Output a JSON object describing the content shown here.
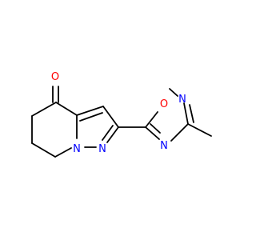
{
  "molecule": {
    "atoms": {
      "carbonyl_oxygen": {
        "symbol": "O",
        "color": "#ff0000"
      },
      "bridgehead_nitrogen": {
        "symbol": "N",
        "color": "#0000ff"
      },
      "pyrazole_nitrogen": {
        "symbol": "N",
        "color": "#0000ff"
      },
      "oxadiazole_oxygen": {
        "symbol": "O",
        "color": "#ff0000"
      },
      "oxadiazole_nitrogen_top": {
        "symbol": "N",
        "color": "#0000ff"
      },
      "oxadiazole_nitrogen_bottom": {
        "symbol": "N",
        "color": "#0000ff"
      }
    },
    "bond_color": "#000000"
  }
}
